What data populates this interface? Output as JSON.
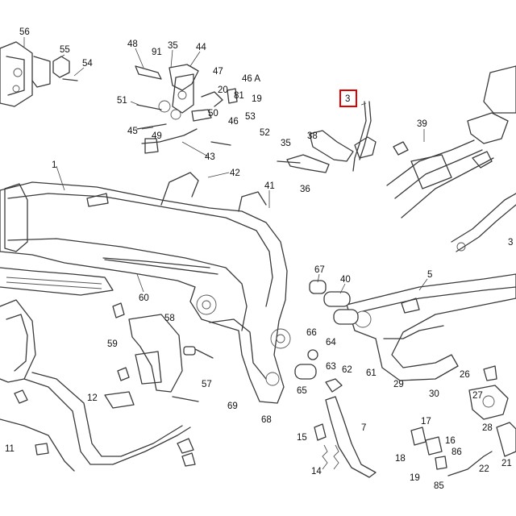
{
  "diagram": {
    "highlight_color": "#e00000",
    "highlighted_callout": "3",
    "callouts": [
      {
        "id": "c56",
        "label": "56"
      },
      {
        "id": "c55",
        "label": "55"
      },
      {
        "id": "c54",
        "label": "54"
      },
      {
        "id": "c48",
        "label": "48"
      },
      {
        "id": "c35a",
        "label": "35"
      },
      {
        "id": "c44",
        "label": "44"
      },
      {
        "id": "c91",
        "label": "91"
      },
      {
        "id": "c47",
        "label": "47"
      },
      {
        "id": "c46a",
        "label": "46 A"
      },
      {
        "id": "c20",
        "label": "20"
      },
      {
        "id": "c81",
        "label": "81"
      },
      {
        "id": "c19",
        "label": "19"
      },
      {
        "id": "c51",
        "label": "51"
      },
      {
        "id": "c50",
        "label": "50"
      },
      {
        "id": "c46",
        "label": "46"
      },
      {
        "id": "c53",
        "label": "53"
      },
      {
        "id": "c45",
        "label": "45"
      },
      {
        "id": "c49",
        "label": "49"
      },
      {
        "id": "c52",
        "label": "52"
      },
      {
        "id": "c43",
        "label": "43"
      },
      {
        "id": "c3",
        "label": "3"
      },
      {
        "id": "c39",
        "label": "39"
      },
      {
        "id": "c38",
        "label": "38"
      },
      {
        "id": "c35b",
        "label": "35"
      },
      {
        "id": "c36",
        "label": "36"
      },
      {
        "id": "c1",
        "label": "1"
      },
      {
        "id": "c42",
        "label": "42"
      },
      {
        "id": "c41",
        "label": "41"
      },
      {
        "id": "c31",
        "label": "3"
      },
      {
        "id": "c60",
        "label": "60"
      },
      {
        "id": "c67",
        "label": "67"
      },
      {
        "id": "c40",
        "label": "40"
      },
      {
        "id": "c5",
        "label": "5"
      },
      {
        "id": "c58",
        "label": "58"
      },
      {
        "id": "c59",
        "label": "59"
      },
      {
        "id": "c66",
        "label": "66"
      },
      {
        "id": "c64",
        "label": "64"
      },
      {
        "id": "c63",
        "label": "63"
      },
      {
        "id": "c62",
        "label": "62"
      },
      {
        "id": "c61",
        "label": "61"
      },
      {
        "id": "c65",
        "label": "65"
      },
      {
        "id": "c29",
        "label": "29"
      },
      {
        "id": "c30",
        "label": "30"
      },
      {
        "id": "c26",
        "label": "26"
      },
      {
        "id": "c27",
        "label": "27"
      },
      {
        "id": "c28",
        "label": "28"
      },
      {
        "id": "c57",
        "label": "57"
      },
      {
        "id": "c69",
        "label": "69"
      },
      {
        "id": "c68",
        "label": "68"
      },
      {
        "id": "c12",
        "label": "12"
      },
      {
        "id": "c7",
        "label": "7"
      },
      {
        "id": "c15",
        "label": "15"
      },
      {
        "id": "c17",
        "label": "17"
      },
      {
        "id": "c16",
        "label": "16"
      },
      {
        "id": "c86",
        "label": "86"
      },
      {
        "id": "c18",
        "label": "18"
      },
      {
        "id": "c11",
        "label": "11"
      },
      {
        "id": "c14",
        "label": "14"
      },
      {
        "id": "c19b",
        "label": "19"
      },
      {
        "id": "c85",
        "label": "85"
      },
      {
        "id": "c22",
        "label": "22"
      },
      {
        "id": "c21",
        "label": "21"
      }
    ]
  }
}
